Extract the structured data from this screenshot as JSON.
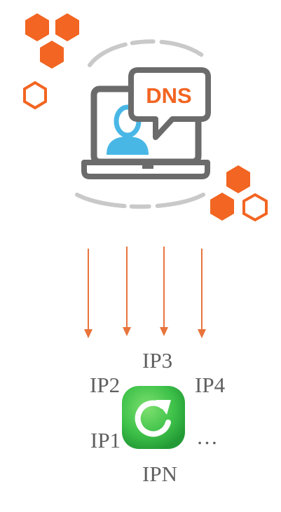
{
  "dns_label": "DNS",
  "ip_labels": {
    "ip1": "IP1",
    "ip2": "IP2",
    "ip3": "IP3",
    "ip4": "IP4",
    "ipn": "IPN",
    "more": "…"
  },
  "colors": {
    "hex_orange": "#f26522",
    "arrow_orange": "#e8743b",
    "laptop_gray": "#6b6b6b",
    "arc_gray": "#c9c9c9",
    "person_blue": "#49b7e6",
    "refresh_green": "#3fc24a",
    "label_gray": "#5f5f5f"
  },
  "icons": [
    "hexagon-icon",
    "laptop-icon",
    "dns-bubble-icon",
    "user-icon",
    "refresh-icon",
    "down-arrow-icon"
  ]
}
